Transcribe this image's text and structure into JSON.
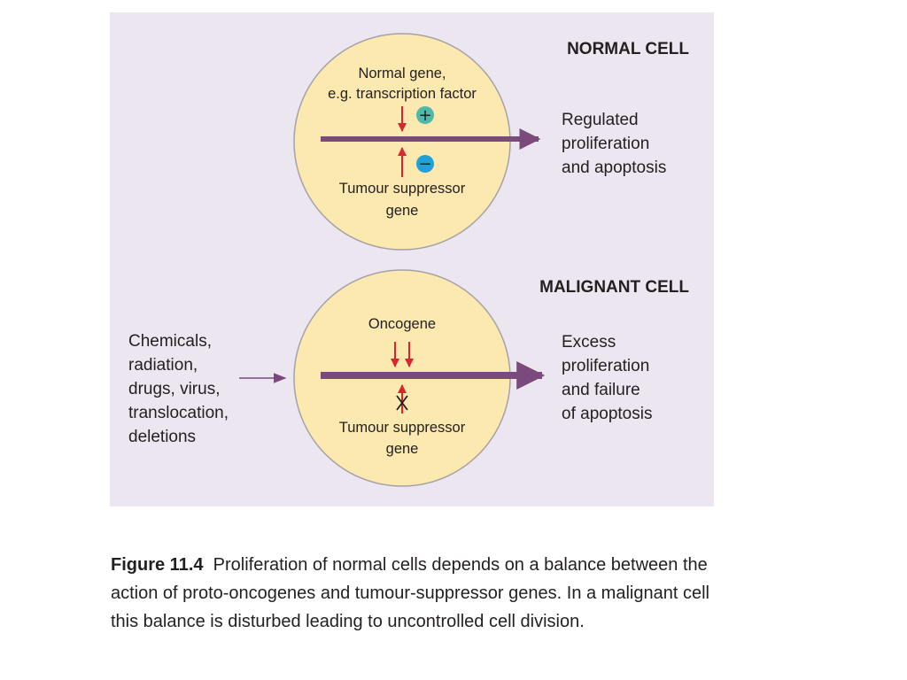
{
  "normal_cell": {
    "heading": "NORMAL CELL",
    "gene_line1": "Normal gene,",
    "gene_line2": "e.g. transcription factor",
    "plus_sign": "+",
    "minus_sign": "−",
    "suppressor_line1": "Tumour suppressor",
    "suppressor_line2": "gene",
    "outcome_lines": [
      "Regulated",
      "proliferation",
      "and apoptosis"
    ]
  },
  "malignant_cell": {
    "heading": "MALIGNANT CELL",
    "oncogene_label": "Oncogene",
    "suppressor_line1": "Tumour suppressor",
    "suppressor_line2": "gene",
    "cause_lines": [
      "Chemicals,",
      "radiation,",
      "drugs, virus,",
      "translocation,",
      "deletions"
    ],
    "outcome_lines": [
      "Excess",
      "proliferation",
      "and failure",
      "of apoptosis"
    ]
  },
  "caption": {
    "label": "Figure 11.4",
    "text": "Proliferation of normal cells depends on a balance between the action of proto-oncogenes and tumour-suppressor genes. In a malignant cell this balance is disturbed leading to uncontrolled cell division."
  },
  "colors": {
    "panel": "#ebe6ef",
    "cell_fill": "#fbe9b0",
    "cell_stroke": "#a5a1a6",
    "pathway_arrow": "#7b4a7c",
    "regulator_arrow": "#d7262c",
    "plus_badge": "#4fb8a8",
    "minus_badge": "#1fa2d8"
  }
}
